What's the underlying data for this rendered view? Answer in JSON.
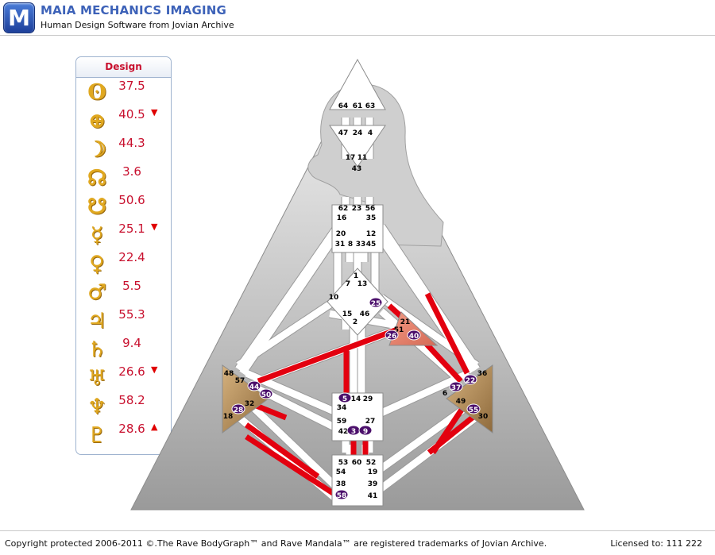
{
  "header": {
    "logo_letter": "M",
    "title": "MAIA MECHANICS IMAGING",
    "subtitle": "Human Design Software from Jovian Archive"
  },
  "design": {
    "title": "Design",
    "planets": [
      {
        "icon": "sun-icon",
        "glyph": "ʘ",
        "value": "37.5",
        "arrow": ""
      },
      {
        "icon": "earth-icon",
        "glyph": "⊕",
        "value": "40.5",
        "arrow": "▼"
      },
      {
        "icon": "moon-icon",
        "glyph": "☽",
        "value": "44.3",
        "arrow": ""
      },
      {
        "icon": "north-node-icon",
        "glyph": "☊",
        "value": "3.6",
        "arrow": ""
      },
      {
        "icon": "south-node-icon",
        "glyph": "☋",
        "value": "50.6",
        "arrow": ""
      },
      {
        "icon": "mercury-icon",
        "glyph": "☿",
        "value": "25.1",
        "arrow": "▼"
      },
      {
        "icon": "venus-icon",
        "glyph": "♀",
        "value": "22.4",
        "arrow": ""
      },
      {
        "icon": "mars-icon",
        "glyph": "♂",
        "value": "5.5",
        "arrow": ""
      },
      {
        "icon": "jupiter-icon",
        "glyph": "♃",
        "value": "55.3",
        "arrow": ""
      },
      {
        "icon": "saturn-icon",
        "glyph": "♄",
        "value": "9.4",
        "arrow": ""
      },
      {
        "icon": "uranus-icon",
        "glyph": "♅",
        "value": "26.6",
        "arrow": "▼"
      },
      {
        "icon": "neptune-icon",
        "glyph": "♆",
        "value": "58.2",
        "arrow": ""
      },
      {
        "icon": "pluto-icon",
        "glyph": "♇",
        "value": "28.6",
        "arrow": "▲"
      }
    ]
  },
  "bodygraph": {
    "colors": {
      "defined_channel": "#e3000f",
      "center_fill": "#ffffff",
      "ego_fill": "#e8836e",
      "spleen_fill": "#b39060",
      "gate_badge": "#4b0f6b"
    },
    "gates": [
      "64",
      "61",
      "63",
      "47",
      "24",
      "4",
      "17",
      "11",
      "43",
      "62",
      "23",
      "56",
      "16",
      "35",
      "20",
      "12",
      "31",
      "8",
      "33",
      "45",
      "1",
      "7",
      "13",
      "10",
      "25",
      "15",
      "46",
      "2",
      "21",
      "51",
      "26",
      "40",
      "48",
      "57",
      "44",
      "50",
      "32",
      "18",
      "28",
      "36",
      "22",
      "37",
      "6",
      "49",
      "55",
      "30",
      "5",
      "14",
      "29",
      "34",
      "27",
      "59",
      "42",
      "3",
      "9",
      "53",
      "60",
      "52",
      "54",
      "19",
      "38",
      "39",
      "58",
      "41"
    ],
    "activated_gates": [
      "25",
      "26",
      "40",
      "44",
      "50",
      "28",
      "22",
      "37",
      "55",
      "5",
      "3",
      "9",
      "58"
    ]
  },
  "footer": {
    "copyright": "Copyright protected 2006-2011 ©.The Rave BodyGraph™ and Rave Mandala™ are registered trademarks of Jovian Archive.",
    "license": "Licensed to: 111 222"
  }
}
